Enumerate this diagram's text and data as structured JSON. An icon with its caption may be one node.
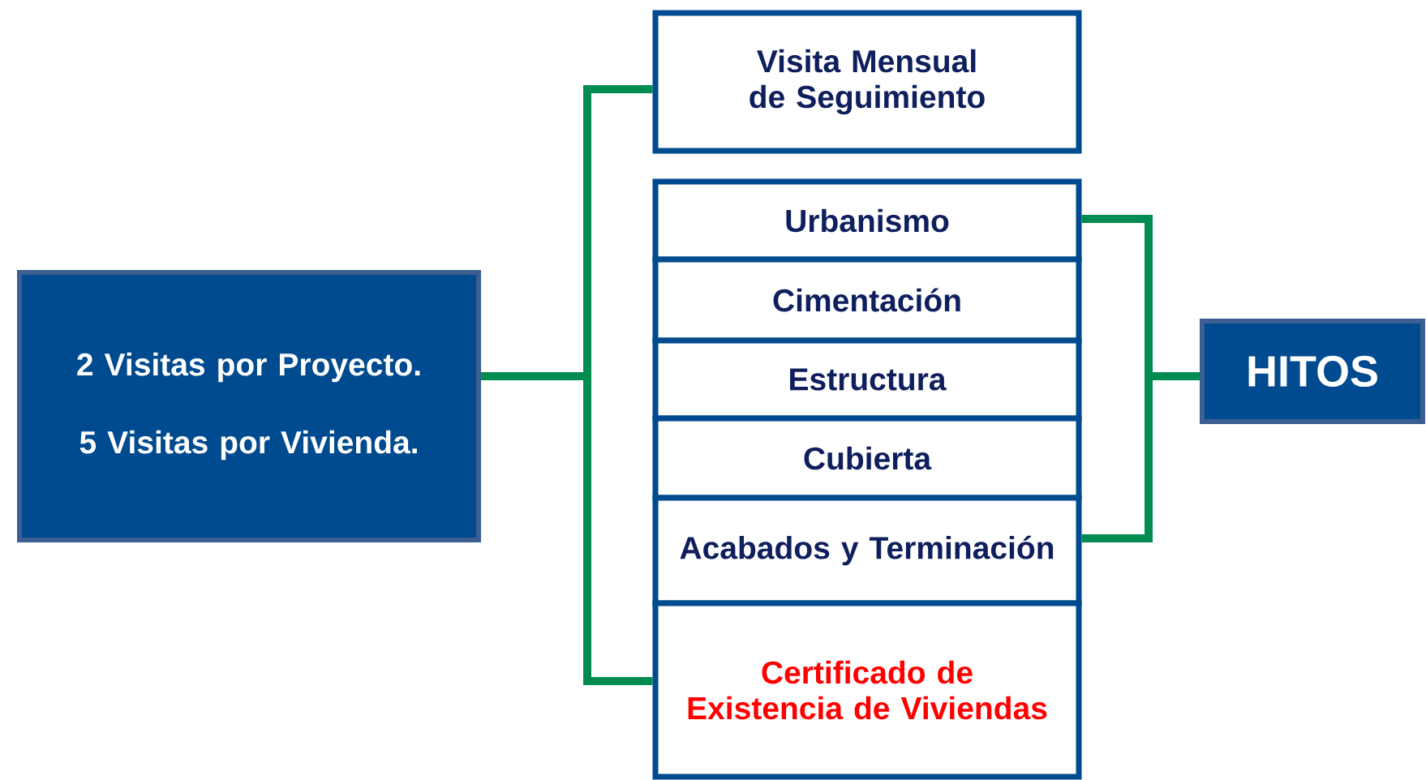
{
  "diagram": {
    "nodes": [
      {
        "text": [
          "2 Visitas por Proyecto.",
          "5 Visitas por Vivienda."
        ]
      },
      {
        "text": [
          "Visita Mensual de Seguimiento"
        ]
      },
      {
        "text": [
          "Urbanismo"
        ]
      },
      {
        "text": [
          "Cimentación"
        ]
      },
      {
        "text": [
          "Estructura"
        ]
      },
      {
        "text": [
          "Cubierta"
        ]
      },
      {
        "text": [
          "Acabados y Terminación"
        ]
      },
      {
        "text": [
          "Certificado de Existencia de Viviendas"
        ]
      },
      {
        "text": [
          "HITOS"
        ]
      }
    ],
    "edges": [
      {
        "from": 0,
        "to": 1,
        "arrow": "none"
      },
      {
        "from": 0,
        "to": 7,
        "arrow": "none"
      },
      {
        "from": 2,
        "to": 8,
        "arrow": "none"
      },
      {
        "from": 6,
        "to": 8,
        "arrow": "none"
      }
    ]
  }
}
